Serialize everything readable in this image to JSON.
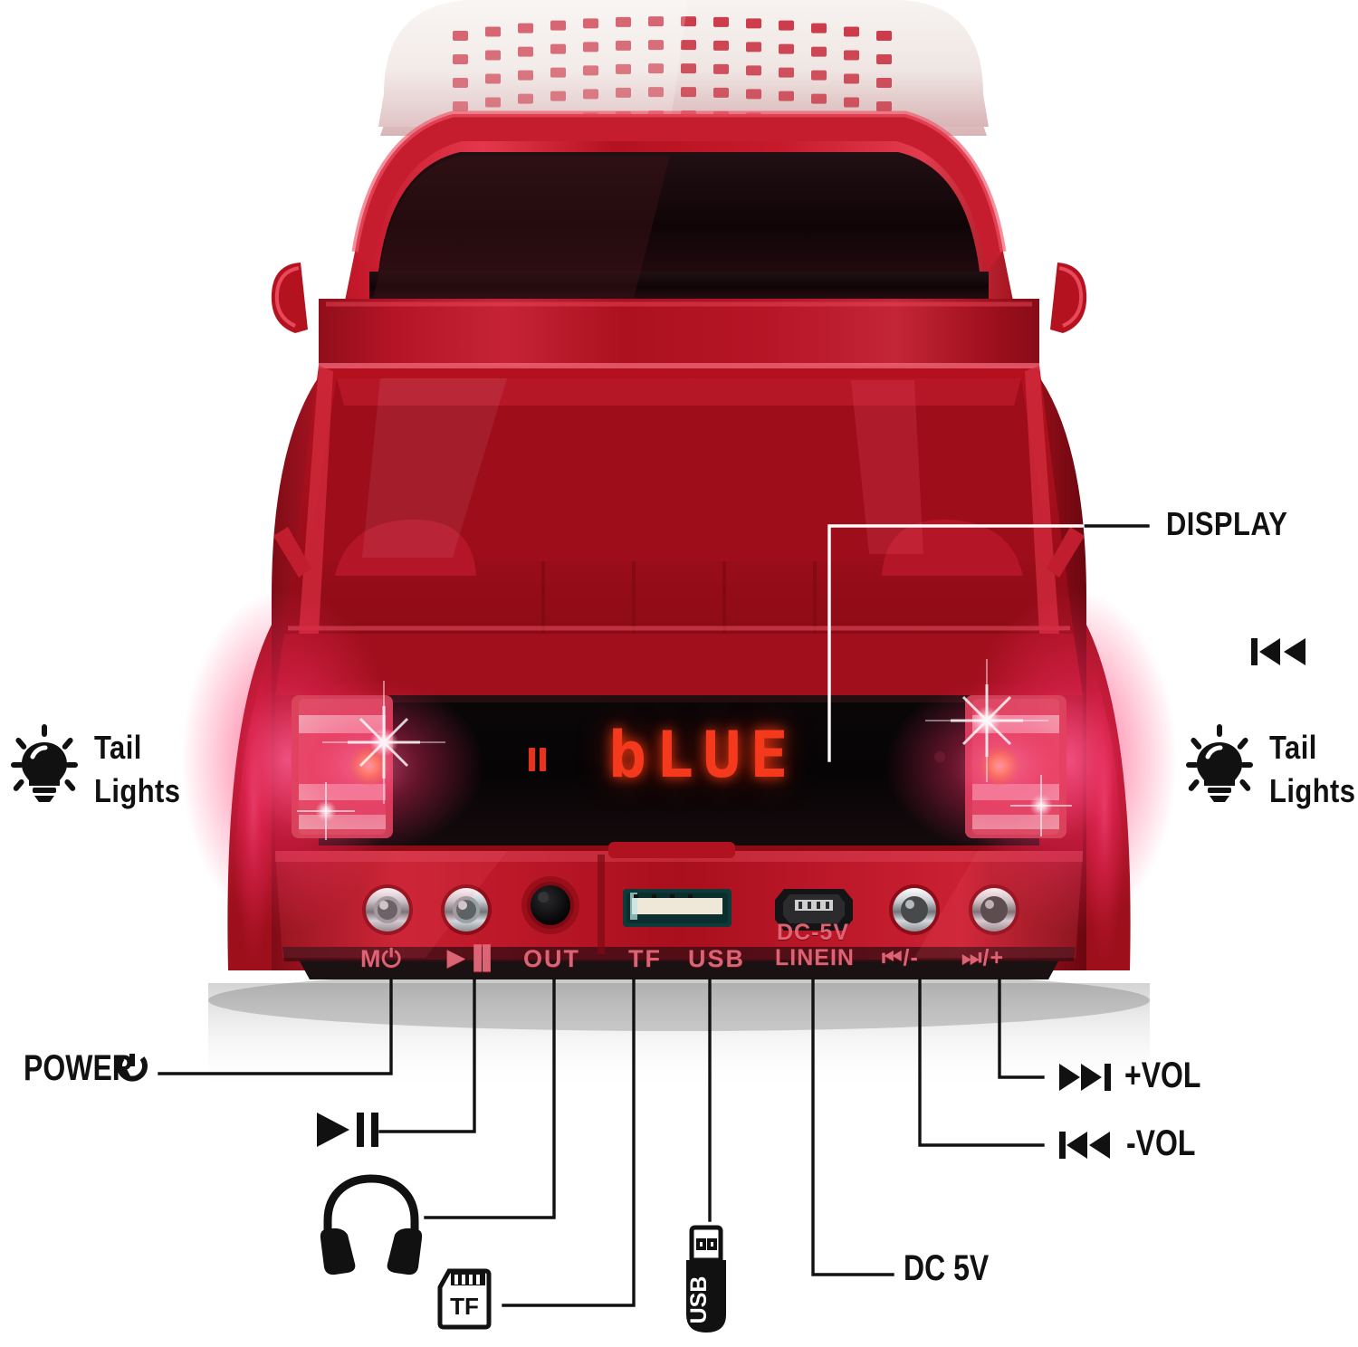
{
  "product": {
    "type": "bluetooth-speaker-truck",
    "body_color": "#b4121f",
    "body_color_light": "#e0354a",
    "body_color_dark": "#6d0a12",
    "roof_color": "#efe9e6",
    "glow_color": "#ff2e6a",
    "amber": "#ffaa22"
  },
  "display": {
    "label": "DISPLAY",
    "screen_text": "bLUE",
    "screen_color": "#ff3311",
    "pause_glyph": "▐▌",
    "bezel_color": "#080608"
  },
  "tail_lights": {
    "left": {
      "line1": "Tail",
      "line2": "Lights",
      "icon": "lightbulb-icon"
    },
    "right": {
      "line1": "Tail",
      "line2": "Lights",
      "icon": "lightbulb-icon"
    },
    "prev_track_glyph": "⏮"
  },
  "panel_labels": [
    {
      "id": "mode-power",
      "text": "M⏻"
    },
    {
      "id": "play-pause",
      "text": "▶▐▌"
    },
    {
      "id": "aux-out",
      "text": "OUT"
    },
    {
      "id": "tf-slot",
      "text": "TF"
    },
    {
      "id": "usb-port",
      "text": "USB"
    },
    {
      "id": "dc-linein",
      "line1": "DC-5V",
      "line2": "LINEIN"
    },
    {
      "id": "prev-minus",
      "text": "⏮/-"
    },
    {
      "id": "next-plus",
      "text": "⏭/+"
    }
  ],
  "callouts": {
    "power": {
      "label": "POWER",
      "icon": "power-icon"
    },
    "play_pause": {
      "label": "",
      "icon": "play-pause-icon"
    },
    "headphones": {
      "label": "",
      "icon": "headphones-icon"
    },
    "tf_card": {
      "label": "TF",
      "icon": "tf-card-icon"
    },
    "usb": {
      "label": "USB",
      "icon": "usb-drive-icon"
    },
    "dc5v": {
      "label": "DC 5V",
      "icon": ""
    },
    "vol_up": {
      "label": "+VOL",
      "icon": "next-track-icon"
    },
    "vol_down": {
      "label": "-VOL",
      "icon": "prev-track-icon"
    }
  }
}
